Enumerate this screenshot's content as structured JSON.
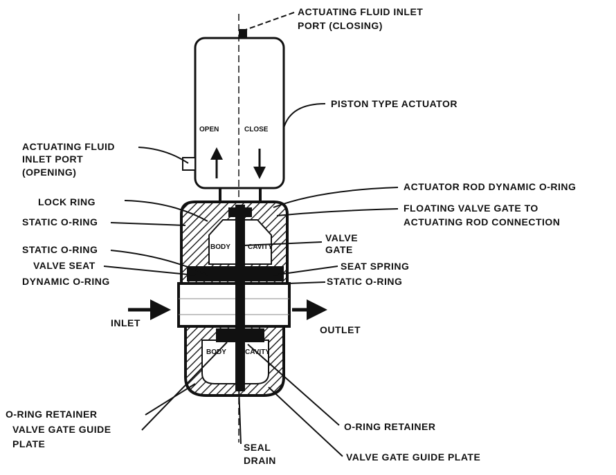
{
  "labels": {
    "top_port_1": "ACTUATING FLUID INLET",
    "top_port_2": "PORT (CLOSING)",
    "piston_actuator": "PISTON TYPE ACTUATOR",
    "open": "OPEN",
    "close": "CLOSE",
    "left_port_1": "ACTUATING FLUID",
    "left_port_2": "INLET PORT",
    "left_port_3": "(OPENING)",
    "rod_oring": "ACTUATOR ROD DYNAMIC O-RING",
    "lock_ring": "LOCK RING",
    "floating_1": "FLOATING VALVE GATE TO",
    "floating_2": "ACTUATING ROD CONNECTION",
    "static_oring_1": "STATIC O-RING",
    "valve_gate_1": "VALVE",
    "valve_gate_2": "GATE",
    "static_oring_2": "STATIC O-RING",
    "valve_seat_1": "VALVE SEAT",
    "valve_seat_2": "DYNAMIC O-RING",
    "seat_spring": "SEAT SPRING",
    "static_oring_3": "STATIC O-RING",
    "inlet": "INLET",
    "outlet": "OUTLET",
    "body_upper": "BODY",
    "cavity_upper": "CAVITY",
    "body_lower": "BODY",
    "cavity_lower": "CAVITY",
    "oring_retainer_left": "O-RING RETAINER",
    "guide_left_1": "VALVE GATE GUIDE",
    "guide_left_2": "PLATE",
    "oring_retainer_right": "O-RING RETAINER",
    "seal_drain_1": "SEAL",
    "seal_drain_2": "DRAIN",
    "guide_right": "VALVE GATE GUIDE PLATE"
  }
}
